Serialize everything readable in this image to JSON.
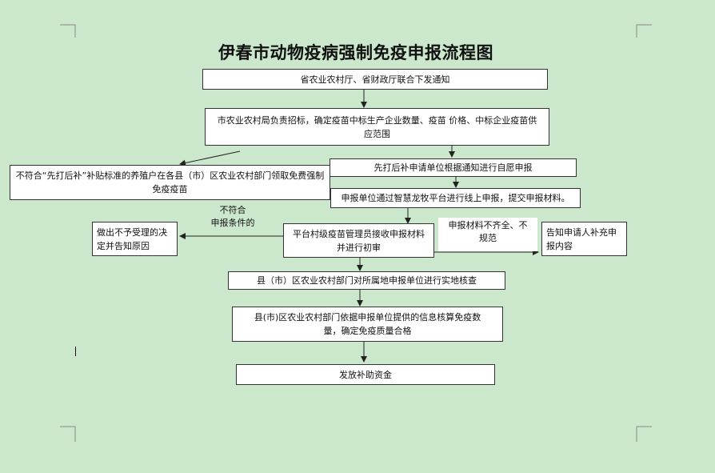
{
  "title": "伊春市动物疫病强制免疫申报流程图",
  "boxes": {
    "notice": "省农业农村厅、省财政厅联合下发通知",
    "tender": "市农业农村局负责招标，确定疫苗中标生产企业数量、疫苗 价格、中标企业疫苗供应范围",
    "nonconform": "不符合“先打后补”补贴标准的养殖户在各县（市）区农业农村部门领取免费强制免疫疫苗",
    "voluntary": "先打后补申请单位根据通知进行自愿申报",
    "online": "申报单位通过智慧龙牧平台进行线上申报，提交申报材料。",
    "reject": "做出不予受理的决定并告知原因",
    "prereview": "平台村级疫苗管理员接收申报材料并进行初审",
    "supplement": "告知申请人补充申报内容",
    "verify": "县（市）区农业农村部门对所属地申报单位进行实地核查",
    "calculate": "县(市)区农业农村部门依据申报单位提供的信息核算免疫数量，确定免疫质量合格",
    "subsidy": "发放补助资金"
  },
  "labels": {
    "not_meet": "不符合\n申报条件的",
    "incomplete": "申报材料不齐全、不\n规范"
  },
  "colors": {
    "background": "#cce8cc",
    "box_fill": "#ffffff",
    "line": "#222222"
  }
}
